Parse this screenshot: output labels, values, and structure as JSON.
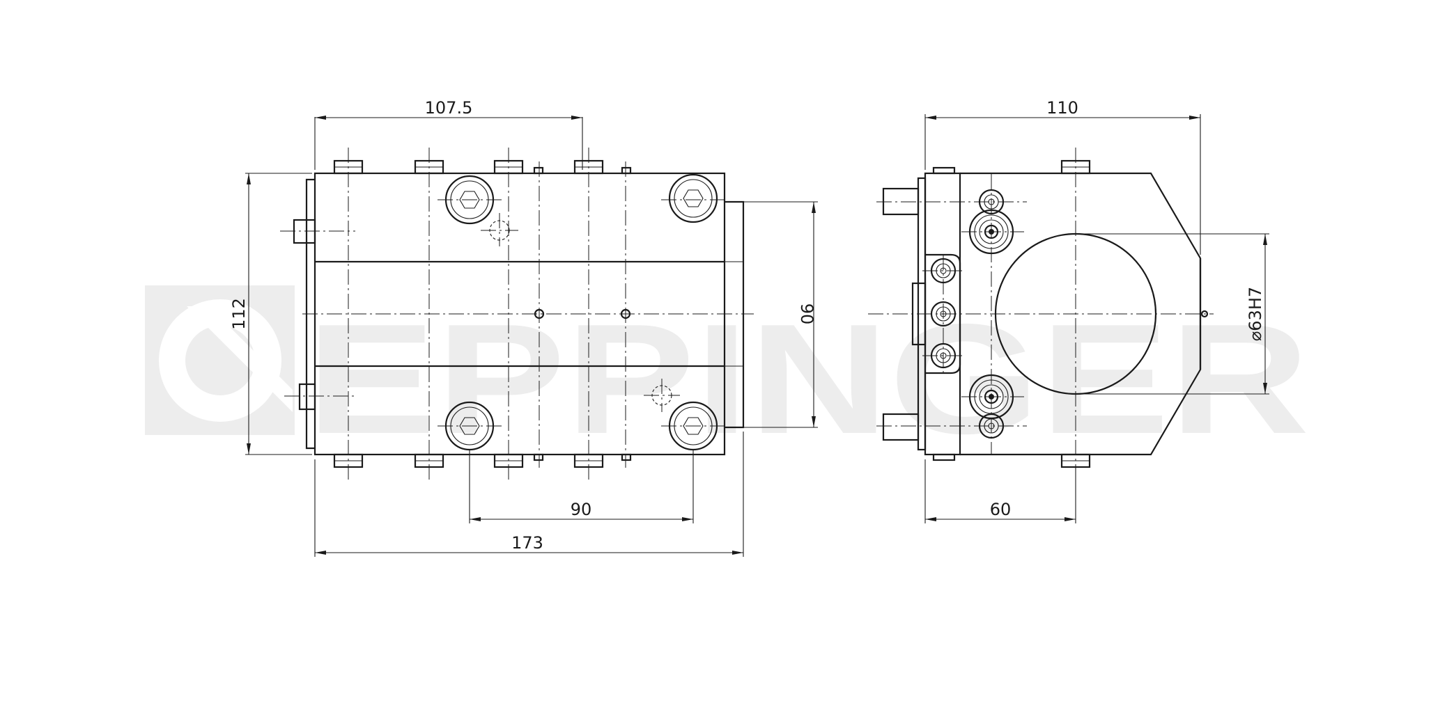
{
  "watermark": {
    "text": "EPPINGER",
    "color": "#ededed"
  },
  "dimensions": {
    "top_left_width": "107.5",
    "left_height": "112",
    "right_height_left_view": "90",
    "bottom_hole_spacing": "90",
    "overall_width": "173",
    "side_view_width": "110",
    "side_view_offset": "60",
    "bore_diameter": "⌀63H7"
  },
  "colors": {
    "line": "#1a1a1a",
    "background": "#ffffff"
  }
}
